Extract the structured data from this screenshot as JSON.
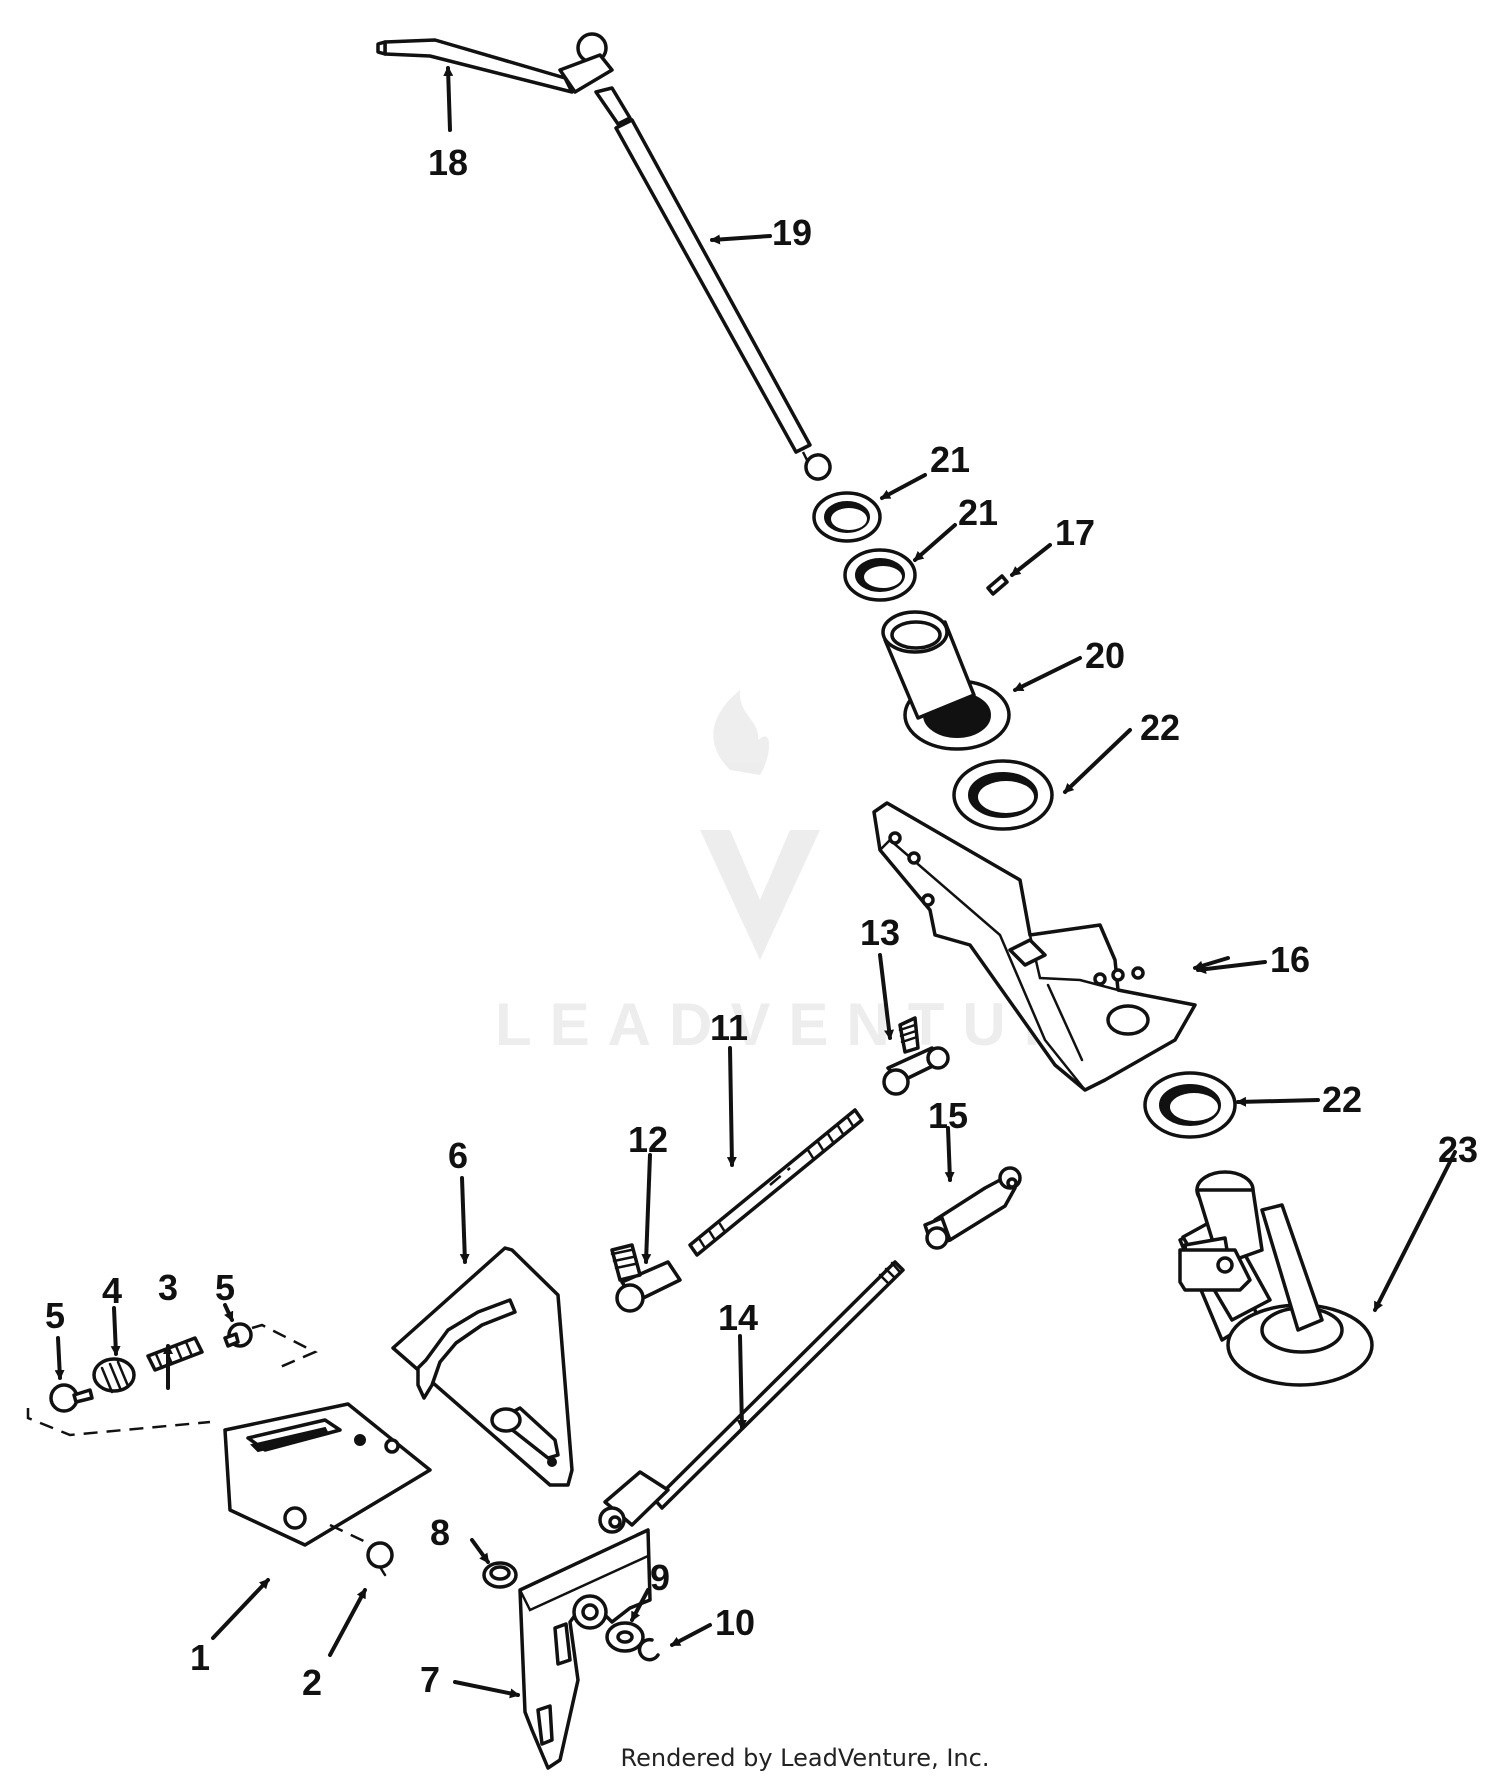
{
  "watermark": {
    "brand": "LEADVENTURE"
  },
  "footer": {
    "text": "Rendered by LeadVenture, Inc."
  },
  "callouts": {
    "c1": "1",
    "c2": "2",
    "c3": "3",
    "c4": "4",
    "c5a": "5",
    "c5b": "5",
    "c6": "6",
    "c7": "7",
    "c8": "8",
    "c9": "9",
    "c10": "10",
    "c11": "11",
    "c12": "12",
    "c13": "13",
    "c14": "14",
    "c15": "15",
    "c16": "16",
    "c17": "17",
    "c18": "18",
    "c19": "19",
    "c20": "20",
    "c21a": "21",
    "c21b": "21",
    "c22a": "22",
    "c22b": "22",
    "c23": "23"
  }
}
